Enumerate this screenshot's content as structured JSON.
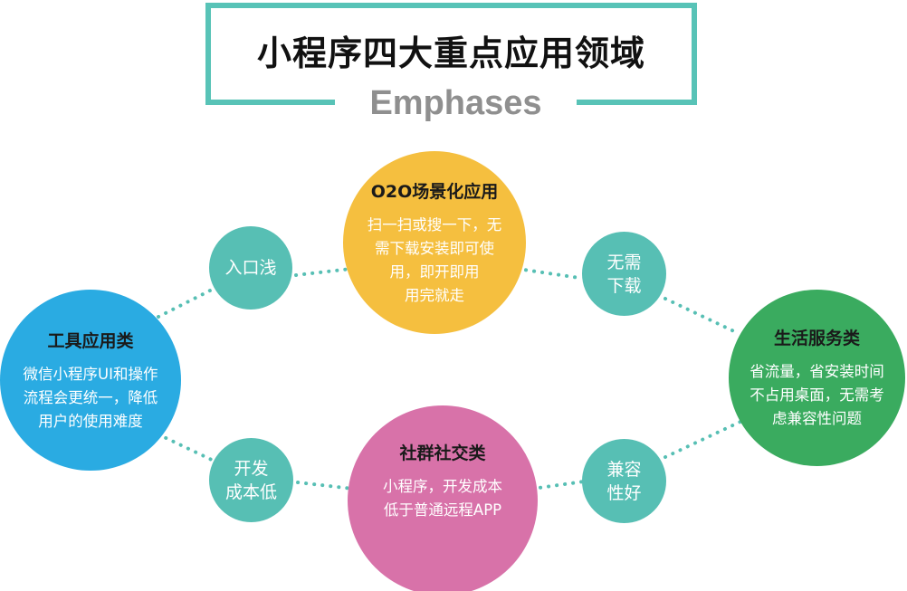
{
  "header": {
    "title": "小程序四大重点应用领域",
    "subtitle": "Emphases"
  },
  "colors": {
    "frame": "#58c3b7",
    "o2o": "#f5bf3f",
    "tools": "#2aabe2",
    "life": "#3aab5f",
    "social": "#d872a9",
    "small": "#57bfb4"
  },
  "domains": {
    "o2o": {
      "title": "O2O场景化应用",
      "lines": [
        "扫一扫或搜一下，无",
        "需下载安装即可使",
        "用，即开即用",
        "用完就走"
      ]
    },
    "tools": {
      "title": "工具应用类",
      "lines": [
        "微信小程序UI和操作",
        "流程会更统一，降低",
        "用户的使用难度"
      ]
    },
    "life": {
      "title": "生活服务类",
      "lines": [
        "省流量，省安装时间",
        "不占用桌面，无需考",
        "虑兼容性问题"
      ]
    },
    "social": {
      "title": "社群社交类",
      "lines": [
        "小程序，开发成本",
        "低于普通远程APP"
      ]
    }
  },
  "features": {
    "entry": {
      "lines": [
        "入口浅"
      ]
    },
    "no_download": {
      "lines": [
        "无需",
        "下载"
      ]
    },
    "dev_cost": {
      "lines": [
        "开发",
        "成本低"
      ]
    },
    "compat": {
      "lines": [
        "兼容",
        "性好"
      ]
    }
  }
}
